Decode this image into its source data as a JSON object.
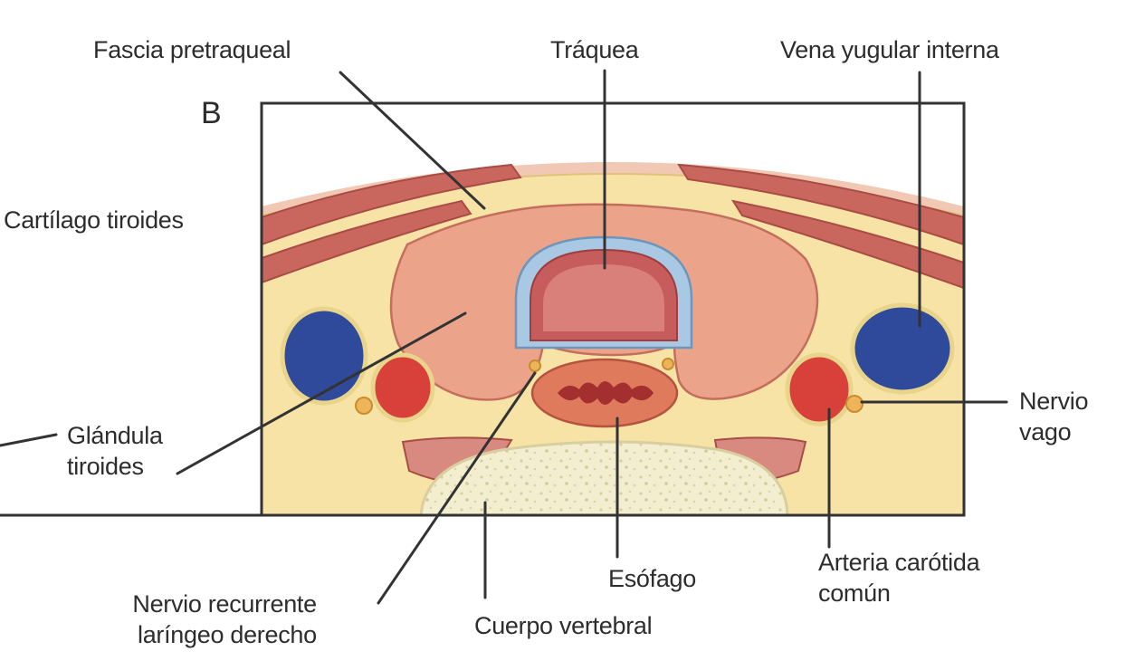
{
  "panel_letter": "B",
  "labels": {
    "fascia_pretraqueal": "Fascia pretraqueal",
    "traquea": "Tráquea",
    "vena_yugular_interna": "Vena yugular interna",
    "cartilago_tiroides": "Cartílago tiroides",
    "glandula_tiroides": [
      "Glándula",
      "tiroides"
    ],
    "nervio_vago": [
      "Nervio",
      "vago"
    ],
    "nervio_recurrente": [
      "Nervio recurrente",
      "laríngeo derecho"
    ],
    "esofago": "Esófago",
    "cuerpo_vertebral": "Cuerpo vertebral",
    "arteria_carotida": [
      "Arteria carótida",
      "común"
    ]
  },
  "colors": {
    "fat": "#f7e3a6",
    "muscle": "#c9675f",
    "thyroid": "#eba48a",
    "trachea_ring": "#a8c8e4",
    "trachea_lumen": "#c75c5c",
    "vein": "#2f4a9a",
    "artery": "#d8403a",
    "nerve": "#eeb45a",
    "bone": "#f3eecf",
    "line": "#333333"
  }
}
